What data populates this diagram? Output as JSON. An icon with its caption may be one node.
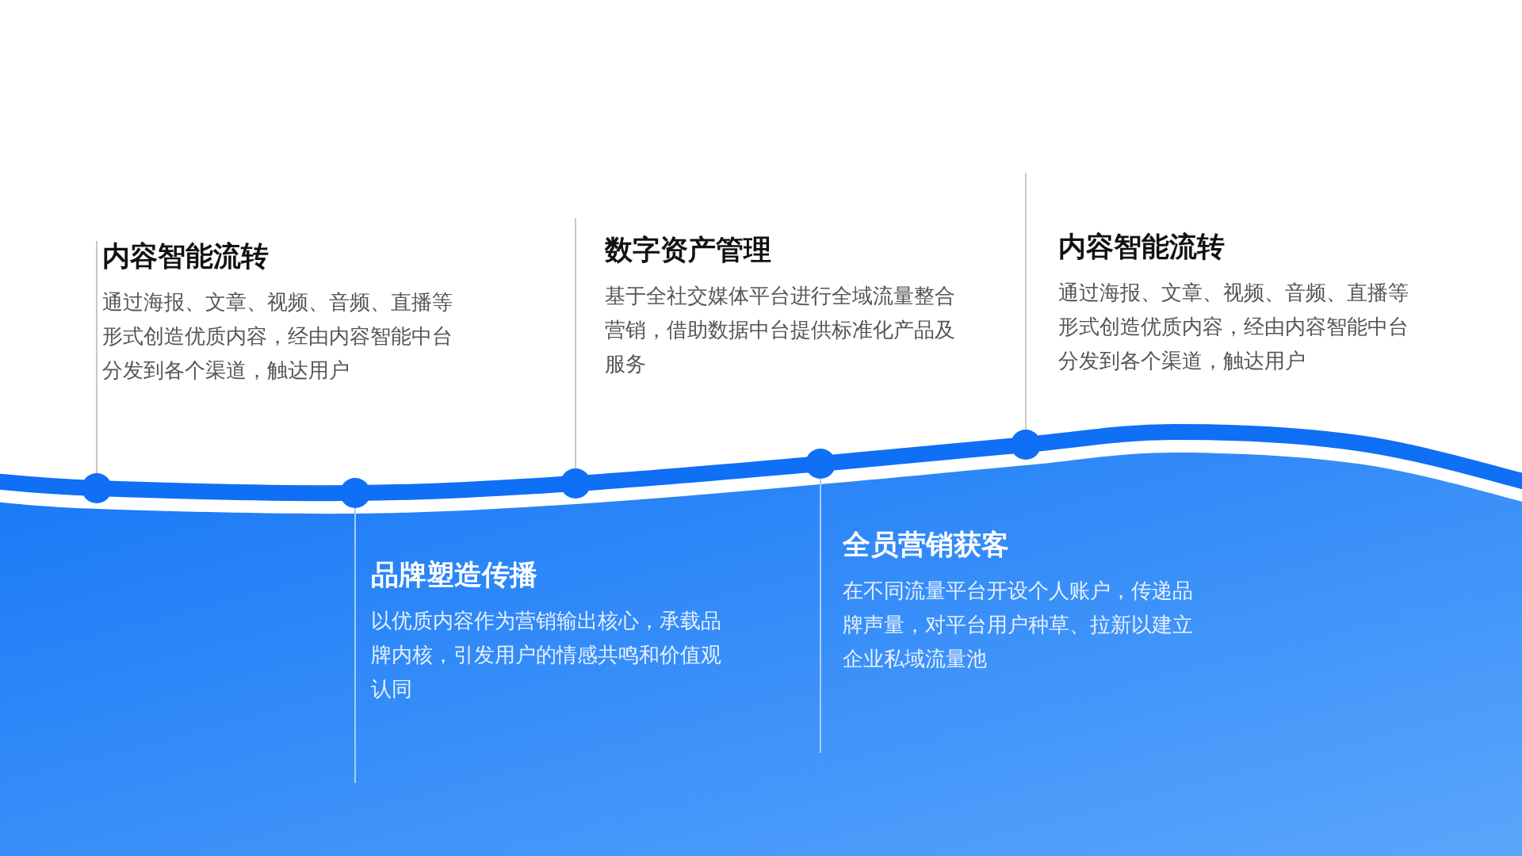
{
  "diagram": {
    "nodes": [
      {
        "text": [
          "内容智能流转",
          "通过海报、文章、视频、音频、直播等形式创造优质内容，经由内容智能中台分发到各个渠道，触达用户"
        ]
      },
      {
        "text": [
          "品牌塑造传播",
          "以优质内容作为营销输出核心，承载品牌内核，引发用户的情感共鸣和价值观认同"
        ]
      },
      {
        "text": [
          "数字资产管理",
          "基于全社交媒体平台进行全域流量整合营销，借助数据中台提供标准化产品及服务"
        ]
      },
      {
        "text": [
          "全员营销获客",
          "在不同流量平台开设个人账户，传递品牌声量，对平台用户种草、拉新以建立企业私域流量池"
        ]
      },
      {
        "text": [
          "内容智能流转",
          "通过海报、文章、视频、音频、直播等形式创造优质内容，经由内容智能中台分发到各个渠道，触达用户"
        ]
      }
    ]
  }
}
